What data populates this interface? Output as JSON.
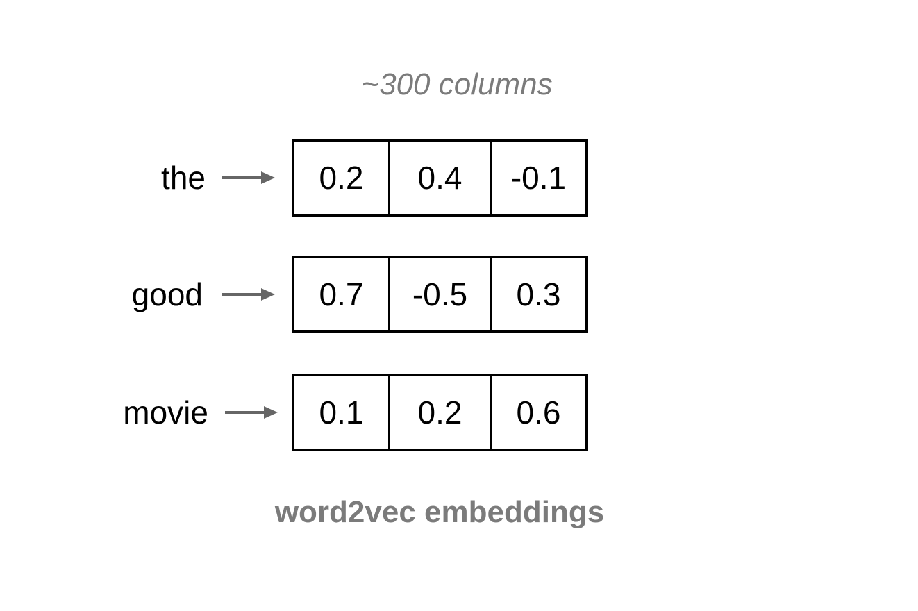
{
  "header": {
    "text": "~300 columns"
  },
  "rows": [
    {
      "word": "the",
      "values": [
        "0.2",
        "0.4",
        "-0.1"
      ]
    },
    {
      "word": "good",
      "values": [
        "0.7",
        "-0.5",
        "0.3"
      ]
    },
    {
      "word": "movie",
      "values": [
        "0.1",
        "0.2",
        "0.6"
      ]
    }
  ],
  "footer": {
    "text": "word2vec embeddings"
  },
  "colors": {
    "caption_gray": "#7b7b7b",
    "arrow_gray": "#666666",
    "border": "#000000",
    "background": "#ffffff"
  },
  "icons": {
    "row_arrow": "right-arrow-icon"
  }
}
